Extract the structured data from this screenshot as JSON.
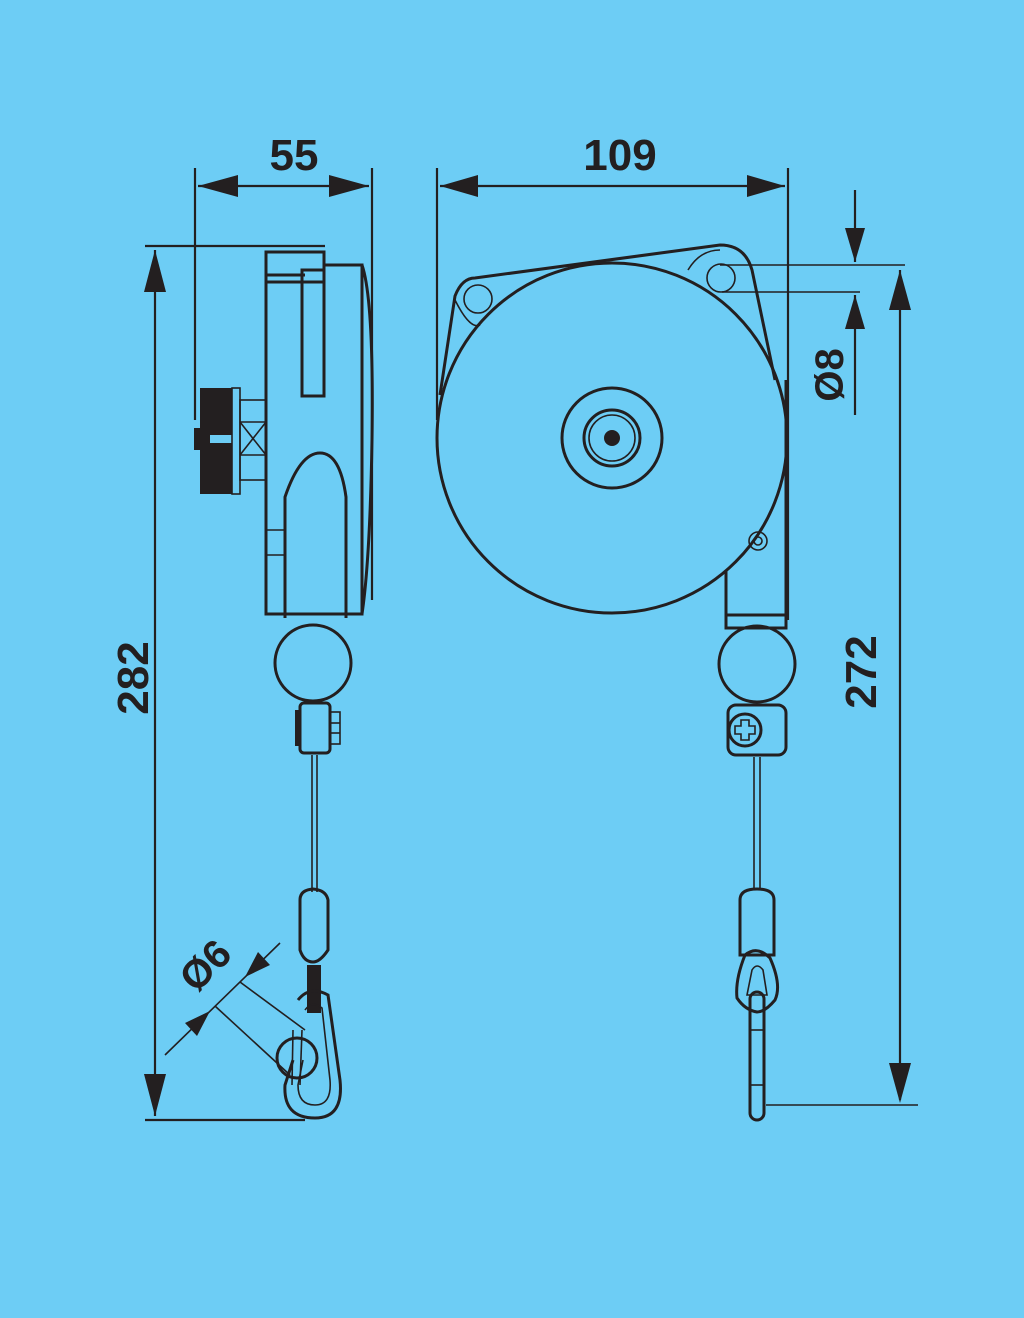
{
  "background_color": "#6dcdf5",
  "line_color": "#231f20",
  "dimensions": {
    "side_width": "55",
    "front_width": "109",
    "side_height": "282",
    "front_height": "272",
    "mount_hole_diameter": "Ø8",
    "hook_diameter": "Ø6"
  },
  "views": {
    "side": "side-view",
    "front": "front-view"
  }
}
